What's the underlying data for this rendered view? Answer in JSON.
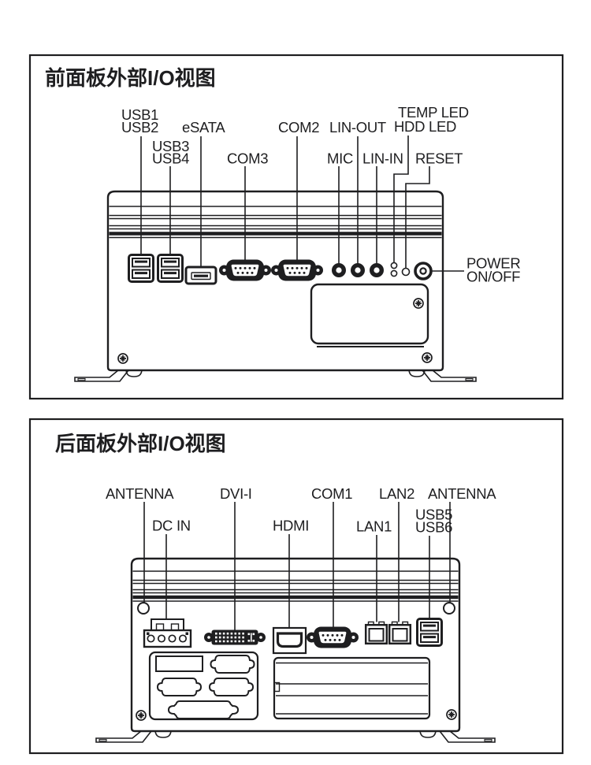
{
  "colors": {
    "title_blue": "#1a3a82",
    "ink": "#1e1e20",
    "background": "#ffffff"
  },
  "front_panel": {
    "title": "前面板外部I/O视图",
    "labels": {
      "usb1": "USB1",
      "usb2": "USB2",
      "usb3": "USB3",
      "usb4": "USB4",
      "esata": "eSATA",
      "com3": "COM3",
      "com2": "COM2",
      "mic": "MIC",
      "lin_out": "LIN-OUT",
      "lin_in": "LIN-IN",
      "temp_led": "TEMP LED",
      "hdd_led": "HDD LED",
      "reset": "RESET",
      "power_line1": "POWER",
      "power_line2": "ON/OFF"
    }
  },
  "rear_panel": {
    "title": "后面板外部I/O视图",
    "labels": {
      "antenna_left": "ANTENNA",
      "dc_in": "DC IN",
      "dvi": "DVI-I",
      "hdmi": "HDMI",
      "com1": "COM1",
      "lan1": "LAN1",
      "lan2": "LAN2",
      "usb5": "USB5",
      "usb6": "USB6",
      "antenna_right": "ANTENNA"
    }
  }
}
